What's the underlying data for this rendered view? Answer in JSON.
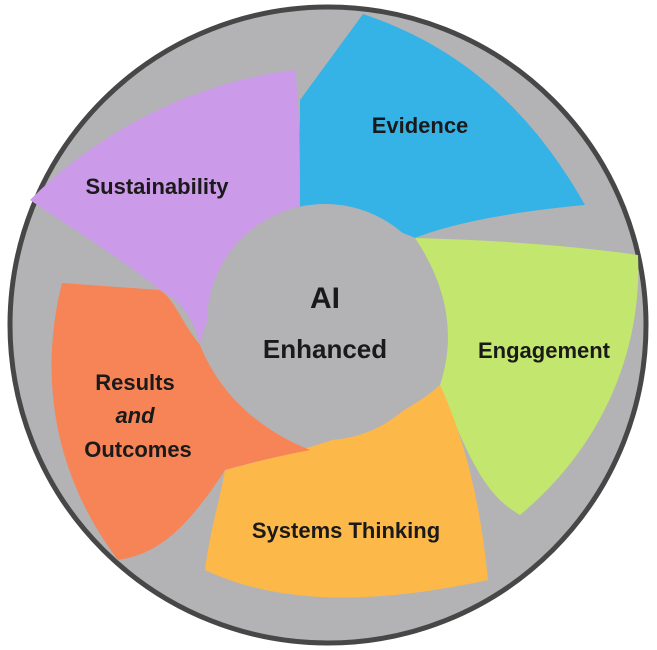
{
  "center": {
    "line1": "AI",
    "line2": "Enhanced"
  },
  "segments": [
    {
      "id": "evidence",
      "label": "Evidence",
      "color": "#35b3e6"
    },
    {
      "id": "engagement",
      "label": "Engagement",
      "color": "#c2e66e"
    },
    {
      "id": "systems-thinking",
      "label": "Systems Thinking",
      "color": "#fdb84a"
    },
    {
      "id": "results-outcomes",
      "line1": "Results",
      "line2": "and",
      "line3": "Outcomes",
      "color": "#f68457"
    },
    {
      "id": "sustainability",
      "label": "Sustainability",
      "color": "#cb9ae8"
    }
  ],
  "colors": {
    "ring": "#b3b3b5",
    "ring_outline": "#474747",
    "center": "#b3b3b5"
  }
}
